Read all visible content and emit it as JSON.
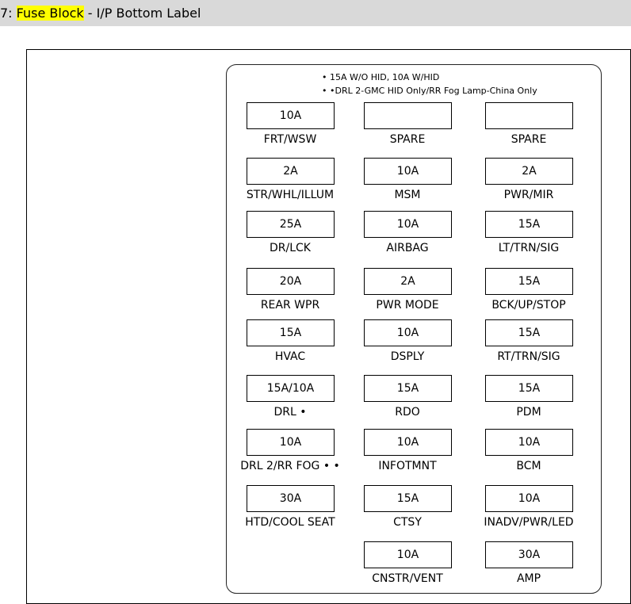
{
  "header": {
    "prefix": "7: ",
    "highlight": "Fuse Block",
    "rest": " - I/P Bottom Label",
    "highlight_color": "#ffff00",
    "bar_color": "#d9d9d9"
  },
  "notes": [
    "• 15A W/O HID, 10A W/HID",
    "• •DRL 2-GMC HID Only/RR Fog Lamp-China Only"
  ],
  "fuses": [
    {
      "rating": "10A",
      "label": "FRT/WSW"
    },
    {
      "rating": "",
      "label": "SPARE"
    },
    {
      "rating": "",
      "label": "SPARE"
    },
    {
      "rating": "2A",
      "label": "STR/WHL/ILLUM"
    },
    {
      "rating": "10A",
      "label": "MSM"
    },
    {
      "rating": "2A",
      "label": "PWR/MIR"
    },
    {
      "rating": "25A",
      "label": "DR/LCK"
    },
    {
      "rating": "10A",
      "label": "AIRBAG"
    },
    {
      "rating": "15A",
      "label": "LT/TRN/SIG"
    },
    {
      "rating": "20A",
      "label": "REAR WPR"
    },
    {
      "rating": "2A",
      "label": "PWR MODE"
    },
    {
      "rating": "15A",
      "label": "BCK/UP/STOP"
    },
    {
      "rating": "15A",
      "label": "HVAC"
    },
    {
      "rating": "10A",
      "label": "DSPLY"
    },
    {
      "rating": "15A",
      "label": "RT/TRN/SIG"
    },
    {
      "rating": "15A/10A",
      "label": "DRL •"
    },
    {
      "rating": "15A",
      "label": "RDO"
    },
    {
      "rating": "15A",
      "label": "PDM"
    },
    {
      "rating": "10A",
      "label": "DRL 2/RR FOG • •"
    },
    {
      "rating": "10A",
      "label": "INFOTMNT"
    },
    {
      "rating": "10A",
      "label": "BCM"
    },
    {
      "rating": "30A",
      "label": "HTD/COOL SEAT"
    },
    {
      "rating": "15A",
      "label": "CTSY"
    },
    {
      "rating": "10A",
      "label": "INADV/PWR/LED"
    },
    {
      "rating": "10A",
      "label": "CNSTR/VENT"
    },
    {
      "rating": "30A",
      "label": "AMP"
    }
  ]
}
